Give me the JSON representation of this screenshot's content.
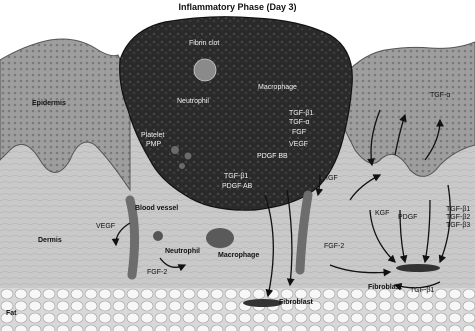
{
  "title": "Inflammatory Phase (Day 3)",
  "labels": {
    "fibrin_clot": "Fibrin clot",
    "epidermis": "Epidermis",
    "neutrophil_clot": "Neutrophil",
    "macrophage_clot": "Macrophage",
    "platelet": "Platelet",
    "platelet_sub": "PMP",
    "tgf_a": "TGF-β1",
    "tgf_b": "TGF-α",
    "fgf_clot": "FGF",
    "vegf_clot": "VEGF",
    "pdgf_bb": "PDGF BB",
    "tgf_b1_clot": "TGF-β1",
    "pdgf_ab": "PDGF AB",
    "tgf_right_epidermis": "TGF-α",
    "blood_vessel": "Blood vessel",
    "vegf_dermis": "VEGF",
    "dermis": "Dermis",
    "neutrophil_dermis": "Neutrophil",
    "macrophage_dermis": "Macrophage",
    "fgf2_left": "FGF-2",
    "igf": "IGF",
    "kgf": "KGF",
    "pdgf_right": "PDGF",
    "tgf_stack_1": "TGF-β1",
    "tgf_stack_2": "TGF-β2",
    "tgf_stack_3": "TGF-β3",
    "fgf2_right": "FGF-2",
    "fibroblast_right": "Fibroblast",
    "tgf_b1_right": "TGF-β1",
    "fibroblast_bottom": "Fibroblast",
    "fat": "Fat"
  }
}
